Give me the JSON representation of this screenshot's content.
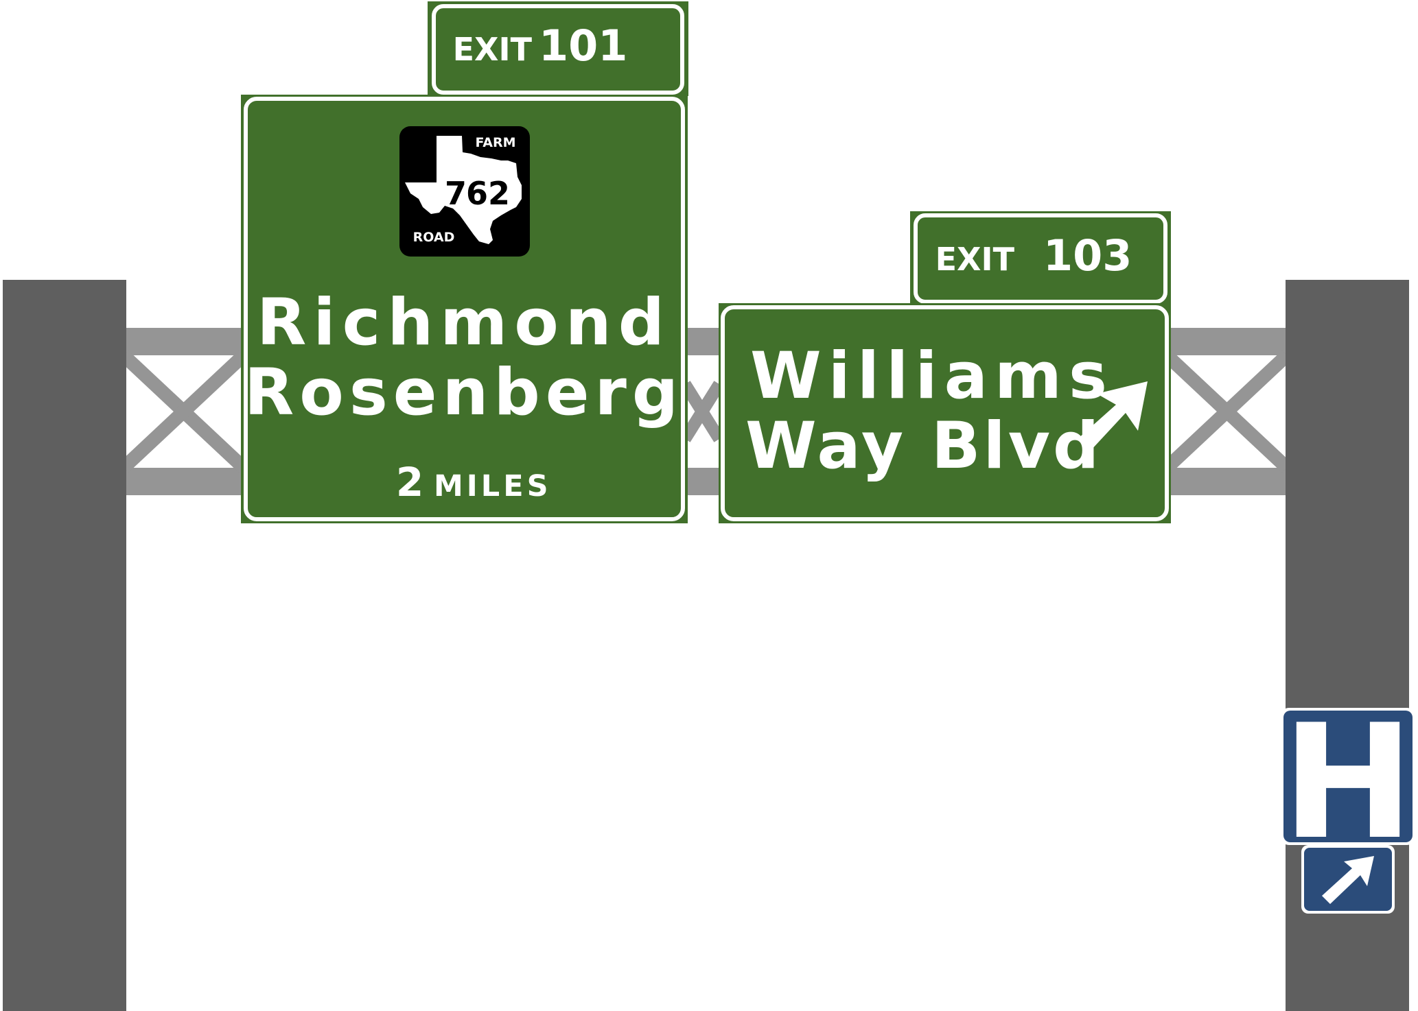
{
  "colors": {
    "sign_green": "#41702B",
    "post_gray": "#5F5F5F",
    "truss_gray": "#959595",
    "hospital_blue": "#2B4C7A",
    "white": "#FFFFFF",
    "shield_black": "#000000"
  },
  "left_sign": {
    "exit_tab": {
      "word": "EXIT",
      "number": "101"
    },
    "shield": {
      "top_word": "FARM",
      "bottom_word": "ROAD",
      "number_a": "7",
      "number_b": "62"
    },
    "line1": "Richmond",
    "line2": "Rosenberg",
    "distance_number": "2",
    "distance_unit": "MILES"
  },
  "right_sign": {
    "exit_tab": {
      "word": "EXIT",
      "number": "103"
    },
    "line1": "Williams",
    "line2": "Way Blvd",
    "arrow_icon": "arrow-up-right-icon"
  },
  "hospital_sign": {
    "letter": "H",
    "arrow_icon": "arrow-up-right-icon"
  }
}
